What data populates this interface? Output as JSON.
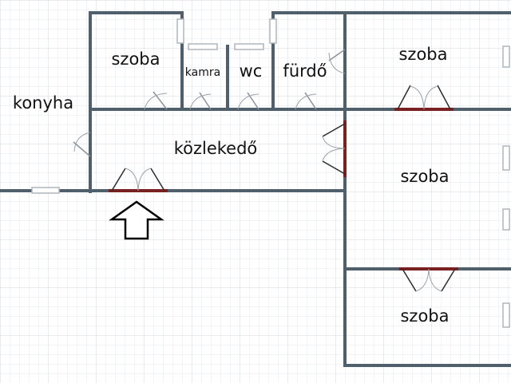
{
  "rooms": {
    "kitchen": "konyha",
    "room_top_left": "szoba",
    "pantry": "kamra",
    "toilet": "wc",
    "bathroom": "fürdő",
    "room_top_right": "szoba",
    "hallway": "közlekedő",
    "room_middle_right": "szoba",
    "room_bottom_right": "szoba"
  },
  "colors": {
    "wall": "#4f5f6b",
    "door_leaf": "#7a2020",
    "door_arc": "#9aa3a8",
    "window": "#aeb6bb",
    "grid_minor": "#e7e9ec",
    "grid_major": "#d3d7dc",
    "entrance_arrow": "#000000"
  },
  "icons": {
    "entrance": "arrow-up-icon",
    "door": "door-swing-icon",
    "window": "window-icon"
  }
}
